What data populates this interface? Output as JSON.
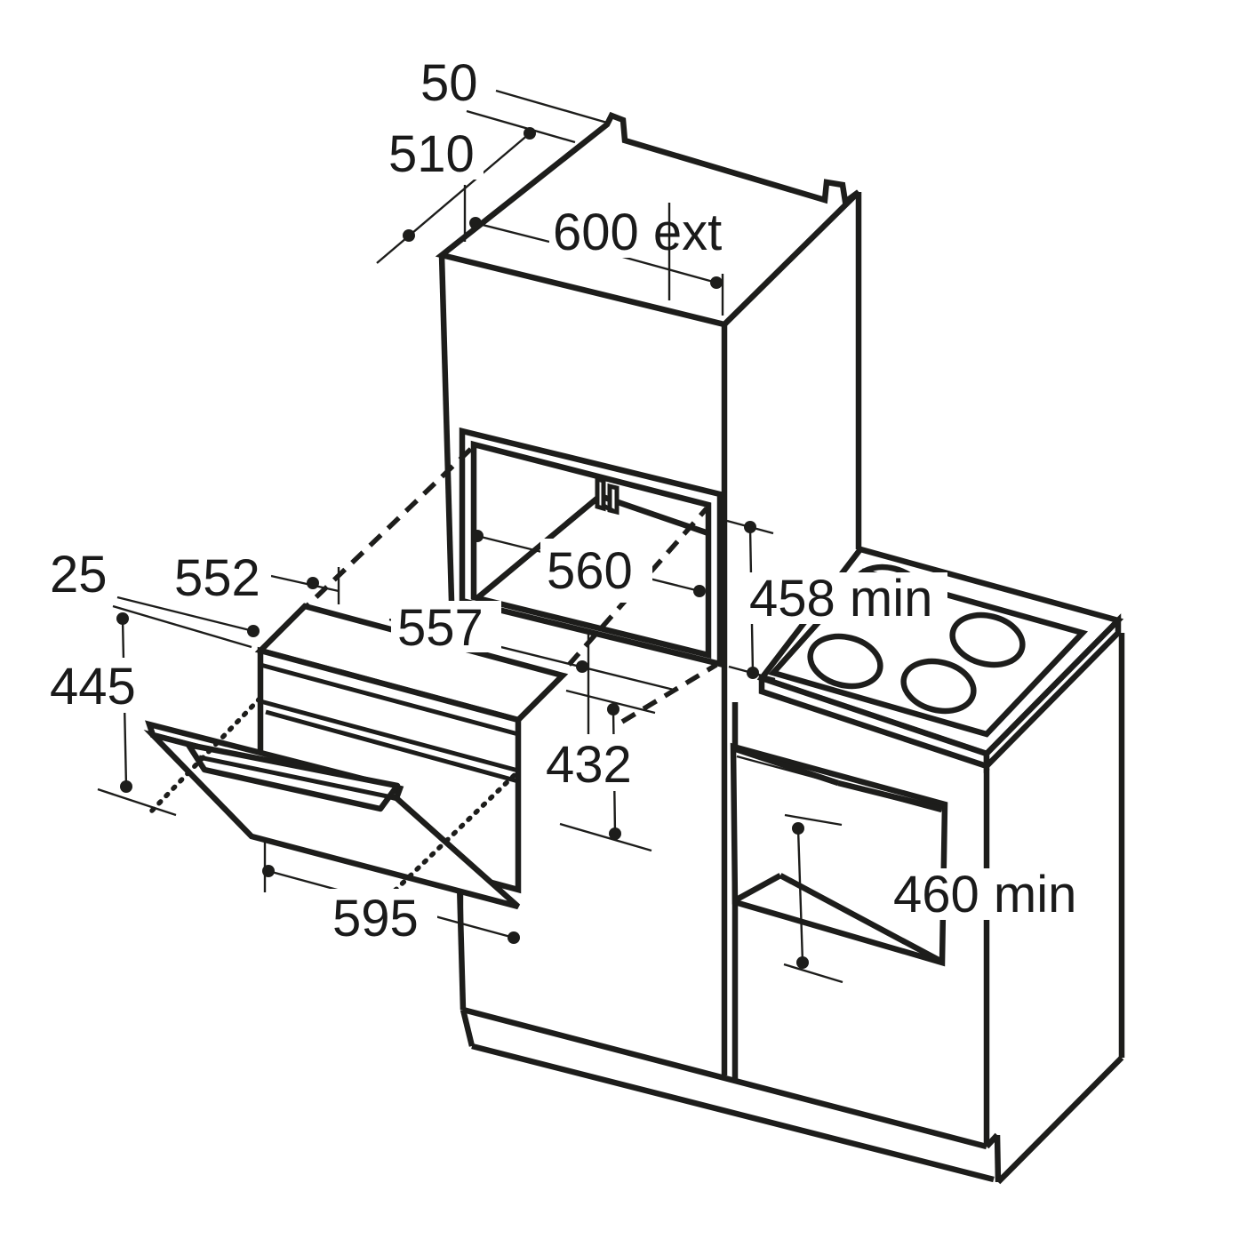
{
  "figure": {
    "title": "Built-in compact oven installation diagram",
    "type": "isometric technical line drawing",
    "units": "mm"
  },
  "colors": {
    "line": "#1d1d1b",
    "background": "#ffffff",
    "text": "#1a1a1a"
  },
  "labels": {
    "vent_gap": "50",
    "top_depth": "510",
    "external_width": "600 ext",
    "front_gap": "25",
    "oven_body_depth": "552",
    "oven_height": "445",
    "depth_with_front": "557",
    "niche_width": "560",
    "niche_height": "432",
    "oven_width": "595",
    "hob_clearance_min": "458 min",
    "base_niche_min": "460 min"
  }
}
